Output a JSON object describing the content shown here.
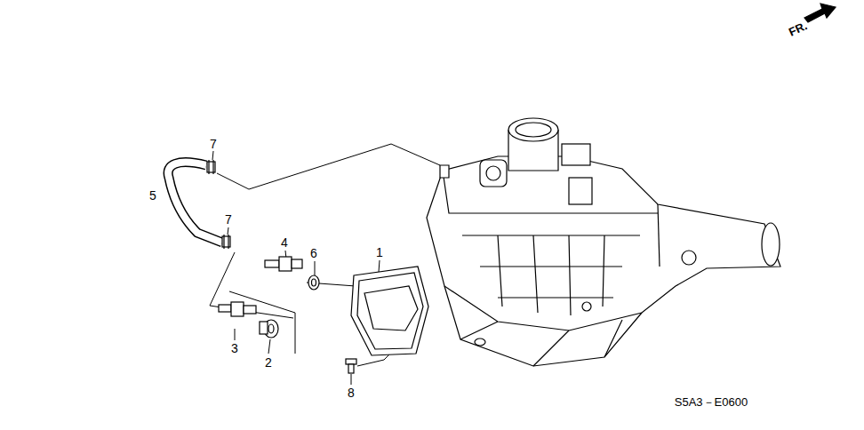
{
  "diagram": {
    "labels": [
      "FR.",
      "7",
      "5",
      "7",
      "4",
      "6",
      "1",
      "3",
      "2",
      "8",
      "S5A3－E0600"
    ]
  }
}
